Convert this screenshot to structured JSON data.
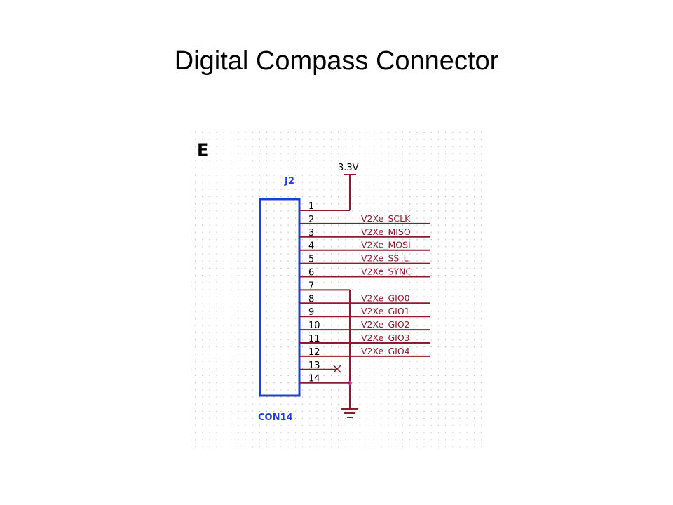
{
  "slide": {
    "title": "Digital Compass Connector"
  },
  "schematic": {
    "section_label": "E",
    "component": {
      "ref": "J2",
      "value": "CON14"
    },
    "power": {
      "label": "3.3V"
    },
    "pins": [
      {
        "number": "1",
        "net": ""
      },
      {
        "number": "2",
        "net": "V2Xe_SCLK"
      },
      {
        "number": "3",
        "net": "V2Xe_MISO"
      },
      {
        "number": "4",
        "net": "V2Xe_MOSI"
      },
      {
        "number": "5",
        "net": "V2Xe_SS_L"
      },
      {
        "number": "6",
        "net": "V2Xe_SYNC"
      },
      {
        "number": "7",
        "net": ""
      },
      {
        "number": "8",
        "net": "V2Xe_GIO0"
      },
      {
        "number": "9",
        "net": "V2Xe_GIO1"
      },
      {
        "number": "10",
        "net": "V2Xe_GIO2"
      },
      {
        "number": "11",
        "net": "V2Xe_GIO3"
      },
      {
        "number": "12",
        "net": "V2Xe_GIO4"
      },
      {
        "number": "13",
        "net": ""
      },
      {
        "number": "14",
        "net": ""
      }
    ],
    "colors": {
      "wire": "#8a1d2c",
      "net_label": "#8a1d2c",
      "component": "#1f3fd0",
      "grid": "#b8b8b8",
      "junction": "#e23ad8"
    }
  }
}
